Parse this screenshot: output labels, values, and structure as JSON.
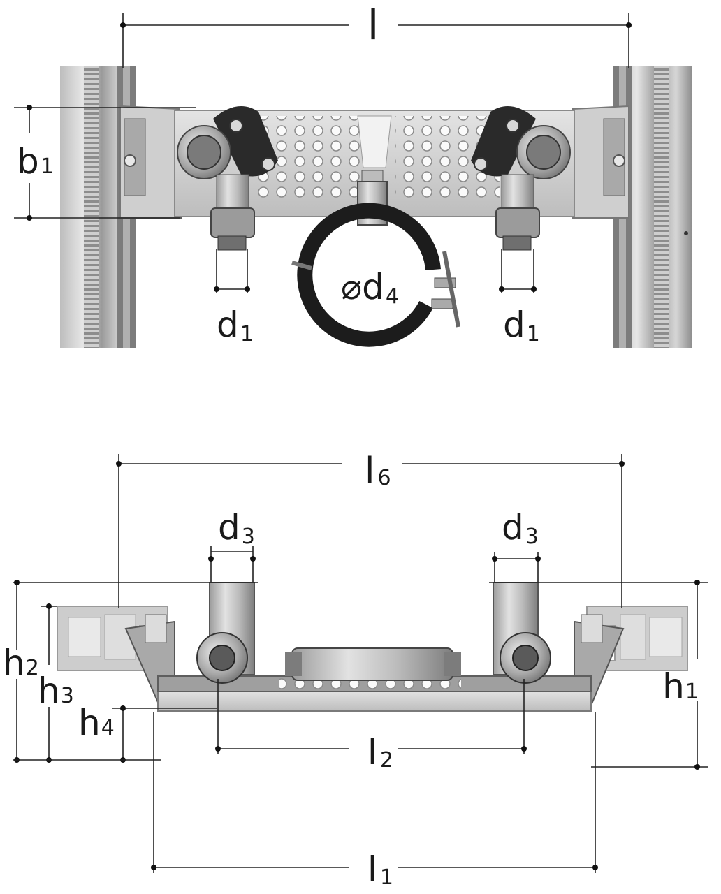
{
  "labels": {
    "l": {
      "main": "l",
      "sub": ""
    },
    "b1": {
      "main": "b",
      "sub": "1"
    },
    "d1_left": {
      "main": "d",
      "sub": "1"
    },
    "d1_right": {
      "main": "d",
      "sub": "1"
    },
    "d4": {
      "main": "⌀d",
      "sub": "4"
    },
    "l6": {
      "main": "l",
      "sub": "6"
    },
    "d3_left": {
      "main": "d",
      "sub": "3"
    },
    "d3_right": {
      "main": "d",
      "sub": "3"
    },
    "h1": {
      "main": "h",
      "sub": "1"
    },
    "h2": {
      "main": "h",
      "sub": "2"
    },
    "h3": {
      "main": "h",
      "sub": "3"
    },
    "h4": {
      "main": "h",
      "sub": "4"
    },
    "l2": {
      "main": "l",
      "sub": "2"
    },
    "l1": {
      "main": "l",
      "sub": "1"
    }
  },
  "colors": {
    "steel_light": "#d9d9d9",
    "steel_mid": "#b5b5b5",
    "steel_dark": "#8a8a8a",
    "rubber": "#1c1c1c",
    "rail_light": "#c6c6c6"
  }
}
